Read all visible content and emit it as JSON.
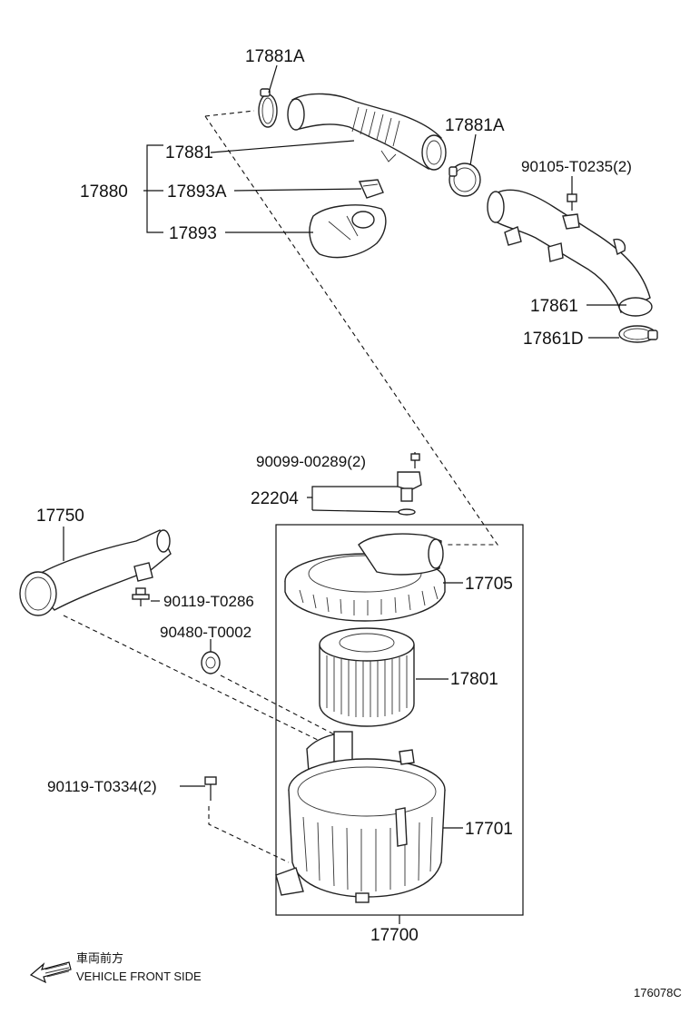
{
  "labels": {
    "p17881A_top": "17881A",
    "p17881": "17881",
    "p17880": "17880",
    "p17893A": "17893A",
    "p17893": "17893",
    "p17881A_right": "17881A",
    "p90105": "90105-T0235(2)",
    "p17861": "17861",
    "p17861D": "17861D",
    "p90099": "90099-00289(2)",
    "p22204": "22204",
    "p17750": "17750",
    "p90119_T0286": "90119-T0286",
    "p90480": "90480-T0002",
    "p17705": "17705",
    "p17801": "17801",
    "p90119_T0334": "90119-T0334(2)",
    "p17701": "17701",
    "p17700": "17700"
  },
  "footer": {
    "direction_jp": "車両前方",
    "direction_en": "VEHICLE FRONT SIDE",
    "diagram_code": "176078C"
  }
}
